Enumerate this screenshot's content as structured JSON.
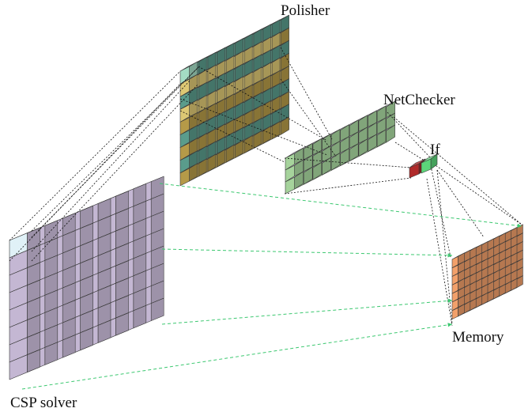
{
  "labels": {
    "polisher": "Polisher",
    "netchecker": "NetChecker",
    "if": "If",
    "memory": "Memory",
    "csp_solver": "CSP solver"
  },
  "colors": {
    "csp_face": "#c4b7d3",
    "csp_top": "#a9c3cb",
    "csp_highlight": "#e0f1f7",
    "polisher_teal": "#5a9c8c",
    "polisher_ochre": "#b59a48",
    "polisher_highlight_top": "#a4dcc4",
    "polisher_highlight_ochre": "#ddc874",
    "netchecker_face": "#a6d39c",
    "netchecker_top": "#c5c1d1",
    "netchecker_highlight": "#def4d2",
    "if_red": "#b02a2a",
    "if_green": "#5cd67a",
    "memory_face": "#f2a06a",
    "memory_top": "#f6c79c",
    "connection_black": "#111111",
    "connection_green": "#3cc870"
  }
}
